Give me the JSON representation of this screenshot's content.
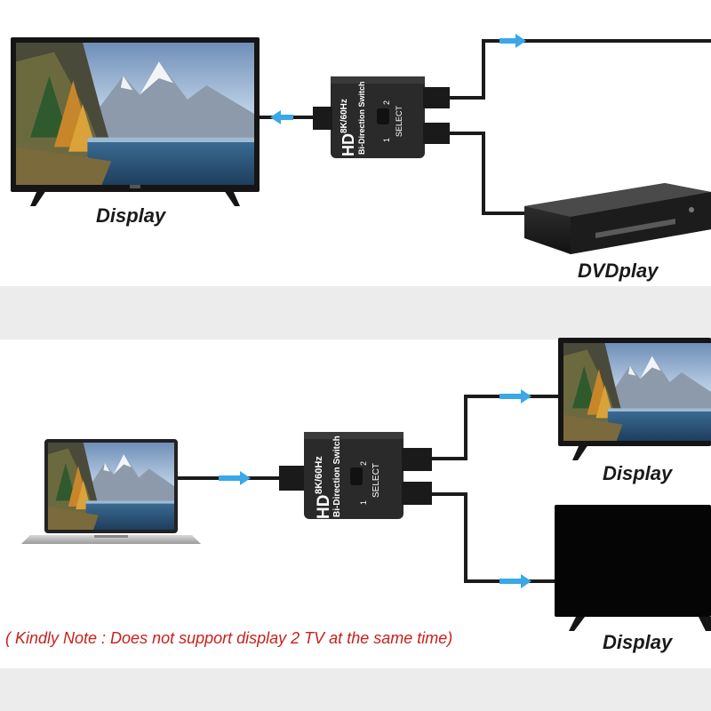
{
  "top": {
    "tv_label": "Display",
    "player_label": "DVDplay"
  },
  "bottom": {
    "tv_top_label": "Display",
    "tv_bottom_label": "Display"
  },
  "switch": {
    "logo": "HD",
    "spec": "8K/60Hz",
    "name": "Bi-Direction Switch",
    "port_1": "1",
    "port_2": "2",
    "select": "SELECT"
  },
  "note": "( Kindly Note : Does not support display 2 TV at the same time)",
  "colors": {
    "arrow": "#3aa7e8",
    "cable": "#1b1b1b",
    "note": "#c8201c",
    "band": "#ececec"
  }
}
